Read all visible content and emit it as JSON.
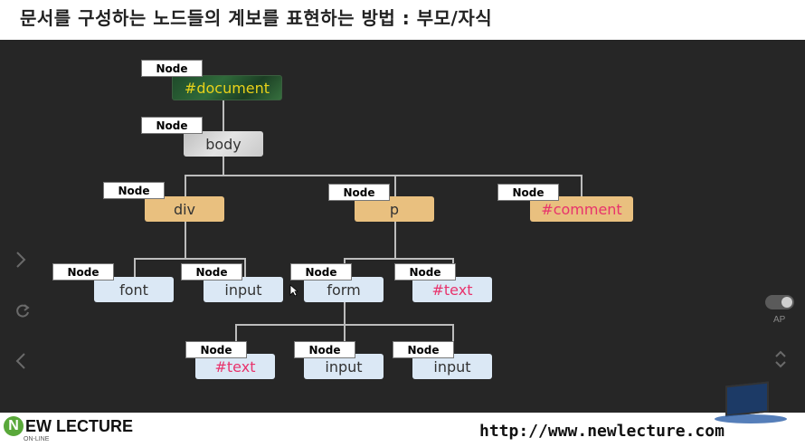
{
  "title": "문서를 구성하는 노드들의 계보를 표현하는 방법 : 부모/자식",
  "badge_label": "Node",
  "nodes": {
    "document": "#document",
    "body": "body",
    "div": "div",
    "p": "p",
    "comment": "#comment",
    "font": "font",
    "input1": "input",
    "form": "form",
    "text1": "#text",
    "text2": "#text",
    "input2": "input",
    "input3": "input"
  },
  "sidebar": {
    "ap_label": "AP"
  },
  "footer": {
    "logo_letter": "N",
    "logo_text": "EW LECTURE",
    "logo_sub": "ON-LINE",
    "url": "http://www.newlecture.com"
  },
  "icons": [
    "chevron-right-icon",
    "refresh-icon",
    "chevron-left-icon",
    "chevron-up-down-icon",
    "monitor-icon"
  ],
  "colors": {
    "background": "#262626",
    "tan": "#e9c07f",
    "blue": "#dbe8f5",
    "accent_red": "#e8336c",
    "doc_text": "#e8d21a"
  }
}
